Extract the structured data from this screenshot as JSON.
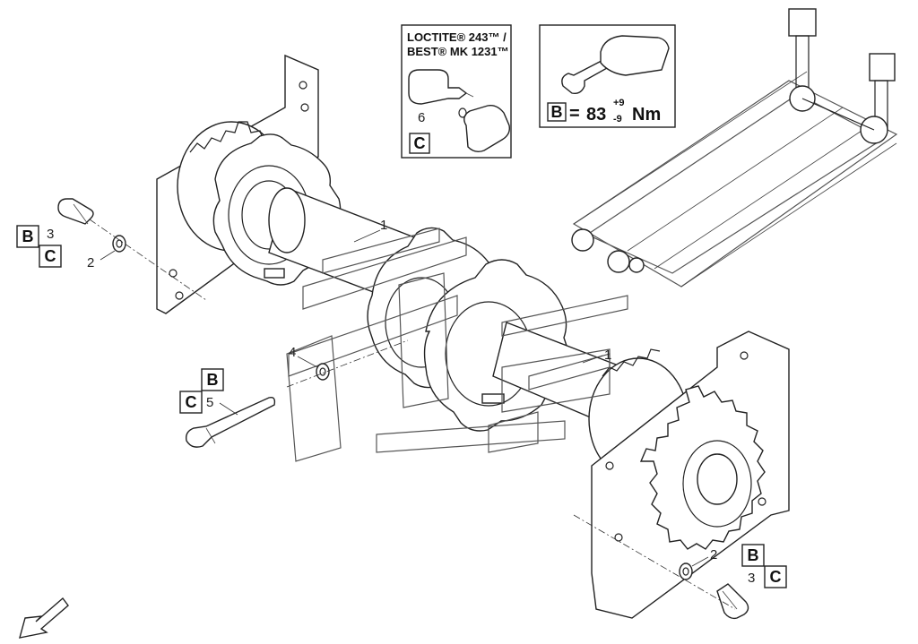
{
  "adhesive_panel": {
    "line1": "LOCTITE® 243™ /",
    "line2": "BEST® MK 1231™",
    "part_number": "6",
    "box_label": "C"
  },
  "torque_panel": {
    "box_label": "B",
    "equals": "=",
    "value": "83",
    "tol_plus": "+9",
    "tol_minus": "-9",
    "unit": "Nm"
  },
  "callouts": {
    "shaft_upper": "1",
    "shaft_lower": "1",
    "washer_left": "2",
    "washer_right": "2",
    "bolt_left": "3",
    "bolt_right": "3",
    "washer_center": "4",
    "long_bolt": "5"
  },
  "boxes": {
    "left_b": "B",
    "left_c": "C",
    "center_b": "B",
    "center_c": "C",
    "right_b": "B",
    "right_c": "C"
  }
}
